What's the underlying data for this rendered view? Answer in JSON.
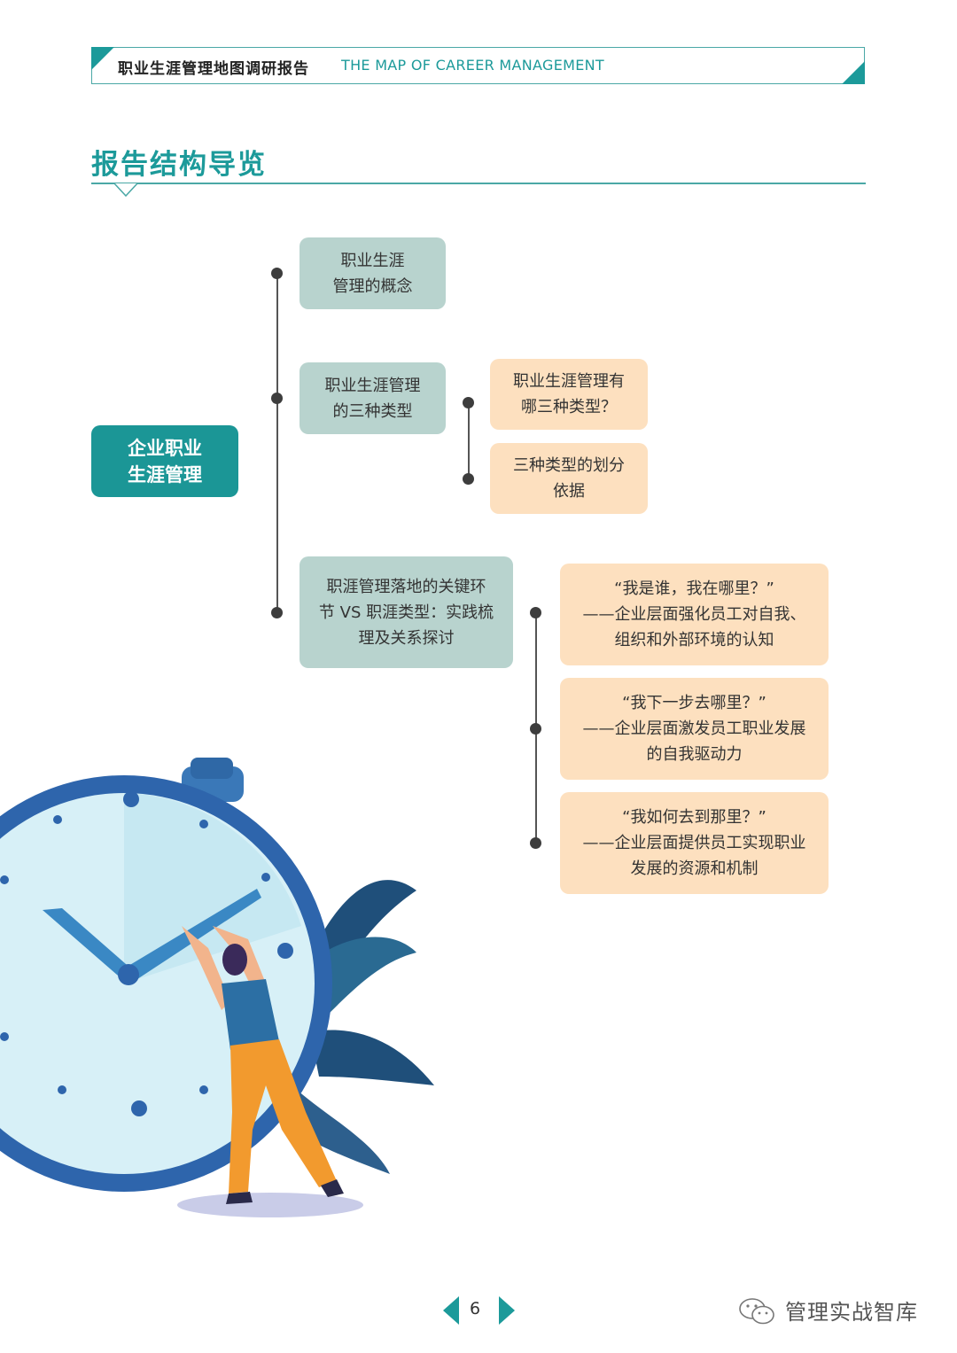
{
  "header": {
    "title_cn": "职业生涯管理地图调研报告",
    "title_en": "THE MAP OF CAREER MANAGEMENT"
  },
  "section_title": "报告结构导览",
  "tree": {
    "root": "企业职业\n生涯管理",
    "level1": [
      "职业生涯\n管理的概念",
      "职业生涯管理\n的三种类型",
      "职涯管理落地的关键环\n节 VS 职涯类型：实践梳\n理及关系探讨"
    ],
    "types_children": [
      "职业生涯管理有\n哪三种类型？",
      "三种类型的划分\n依据"
    ],
    "practice_children": [
      "“我是谁，我在哪里？”\n——企业层面强化员工对自我、\n组织和外部环境的认知",
      "“我下一步去哪里？”\n——企业层面激发员工职业发展\n的自我驱动力",
      "“我如何去到那里？”\n——企业层面提供员工实现职业\n发展的资源和机制"
    ]
  },
  "footer": {
    "page_number": "6",
    "watermark": "管理实战智库"
  },
  "colors": {
    "teal": "#1c9a9a",
    "green_box": "#b8d3ce",
    "peach_box": "#fde0bf"
  },
  "icons": [
    "wechat-icon",
    "prev-page-icon",
    "next-page-icon",
    "clock-illustration"
  ]
}
